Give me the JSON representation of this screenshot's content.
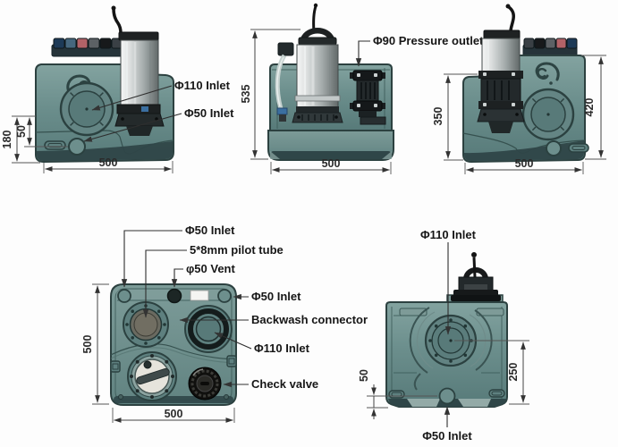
{
  "views": {
    "side_left": {
      "labels": {
        "inlet_110": "Φ110 Inlet",
        "inlet_50": "Φ50 Inlet"
      },
      "dims": {
        "v180": "180",
        "v50": "50",
        "width": "500"
      }
    },
    "front": {
      "labels": {
        "pressure_outlet": "Φ90 Pressure outlet"
      },
      "dims": {
        "height": "535",
        "width": "500"
      }
    },
    "side_right": {
      "dims": {
        "pump_height": "350",
        "tank_height": "420",
        "width": "500"
      }
    },
    "top": {
      "labels": {
        "inlet_50_left": "Φ50 Inlet",
        "pilot_tube": "5*8mm pilot tube",
        "vent": "φ50 Vent",
        "inlet_50_right": "Φ50 Inlet",
        "backwash": "Backwash connector",
        "inlet_110": "Φ110 Inlet",
        "check_valve": "Check valve"
      },
      "dims": {
        "depth": "500",
        "width": "500"
      }
    },
    "rear": {
      "labels": {
        "inlet_110": "Φ110 Inlet",
        "inlet_50": "Φ50 Inlet"
      },
      "dims": {
        "v50": "50",
        "v250": "250"
      }
    }
  },
  "colors": {
    "tank_teal": "#6b8e8c",
    "tank_outline": "#2c4140",
    "tank_dark_band": "#2f4648",
    "steel": "#c7cccc",
    "black_part": "#1d2122",
    "clamp_blue": "#3b6fa0",
    "cap_red": "#b26267",
    "cap_navy": "#1d3a57",
    "line": "#444444"
  }
}
